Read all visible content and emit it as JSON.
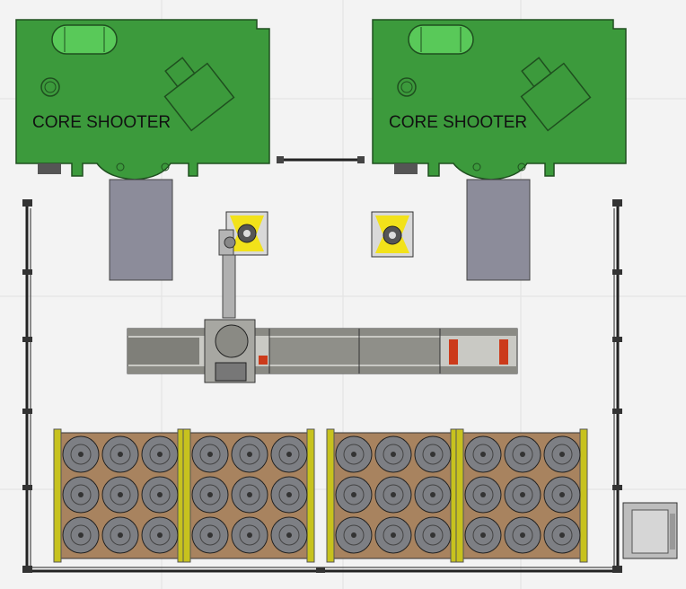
{
  "title": "",
  "machines": [
    {
      "label": "CORE SHOOTER"
    },
    {
      "label": "CORE SHOOTER"
    }
  ],
  "pallets": {
    "count": 4,
    "rows": 3,
    "columns": 3
  },
  "colors": {
    "core_shooter": "#3c9a3c",
    "core_shooter_dark": "#2d7a2d",
    "tank": "#59c959",
    "chute": "#8c8c9a",
    "fence": "#222222",
    "rail": "#9a9a92",
    "pallet": "#a8835f",
    "pallet_frame": "#c7c21e",
    "spool": "#7d7f84",
    "accent_red": "#cc3a1a",
    "gripper_yellow": "#f2e21a"
  }
}
